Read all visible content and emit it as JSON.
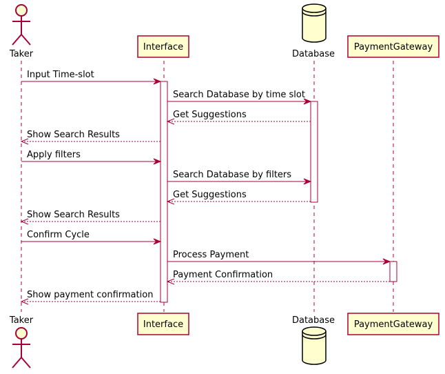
{
  "participants": {
    "taker": "Taker",
    "interface": "Interface",
    "database": "Database",
    "gateway": "PaymentGateway"
  },
  "messages": [
    {
      "label": "Input Time-slot",
      "from": "taker",
      "to": "interface",
      "dashed": false
    },
    {
      "label": "Search Database by time slot",
      "from": "interface",
      "to": "database",
      "dashed": false
    },
    {
      "label": "Get Suggestions",
      "from": "database",
      "to": "interface",
      "dashed": true
    },
    {
      "label": "Show Search Results",
      "from": "interface",
      "to": "taker",
      "dashed": true
    },
    {
      "label": "Apply filters",
      "from": "taker",
      "to": "interface",
      "dashed": false
    },
    {
      "label": "Search Database by filters",
      "from": "interface",
      "to": "database",
      "dashed": false
    },
    {
      "label": "Get Suggestions",
      "from": "database",
      "to": "interface",
      "dashed": true
    },
    {
      "label": "Show Search Results",
      "from": "interface",
      "to": "taker",
      "dashed": true
    },
    {
      "label": "Confirm Cycle",
      "from": "taker",
      "to": "interface",
      "dashed": false
    },
    {
      "label": "Process Payment",
      "from": "interface",
      "to": "gateway",
      "dashed": false
    },
    {
      "label": "Payment Confirmation",
      "from": "gateway",
      "to": "interface",
      "dashed": true
    },
    {
      "label": "Show payment confirmation",
      "from": "interface",
      "to": "taker",
      "dashed": true
    }
  ],
  "colors": {
    "border": "#A80036",
    "participant_fill": "#FEFECE",
    "activation_fill": "#FFFFFF"
  }
}
